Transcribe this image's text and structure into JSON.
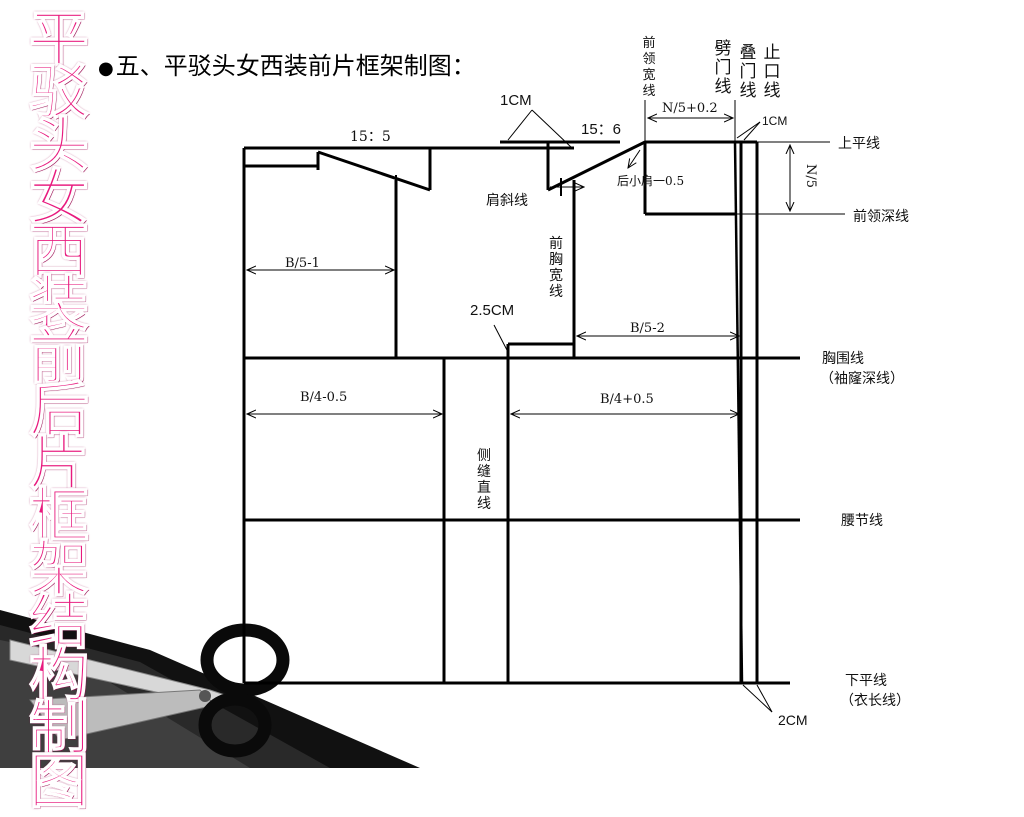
{
  "side_title": "平驳头女西装前后片框架结构制图",
  "heading": {
    "bullet": "●",
    "text": "五、平驳头女西装前片框架制图："
  },
  "labels": {
    "front_neck_width_line": "前领宽线",
    "placket_line": "劈门线",
    "overlap_line": "叠门线",
    "button_line": "止口线",
    "n5_plus": "N/5+0.2",
    "one_cm_top": "1CM",
    "one_cm_right": "1CM",
    "ratio_15_5": "15：5",
    "ratio_15_6": "15：6",
    "top_flat_line": "上平线",
    "n5": "N/5",
    "back_shoulder": "后小肩一0.5",
    "shoulder_slope_line": "肩斜线",
    "front_neck_depth_line": "前领深线",
    "b5_minus_1": "B/5-1",
    "front_chest_width_line": "前胸宽线",
    "two_five_cm": "2.5CM",
    "b5_minus_2": "B/5-2",
    "chest_line": "胸围线",
    "armhole_depth_line": "（袖窿深线）",
    "b4_minus": "B/4-0.5",
    "b4_plus": "B/4+0.5",
    "side_seam_line": "侧缝直线",
    "waist_line": "腰节线",
    "bottom_line": "下平线",
    "garment_length_line": "（衣长线）",
    "two_cm": "2CM"
  },
  "icons": {
    "scissors": "scissors-icon"
  },
  "colors": {
    "title_magenta": "#e8197e",
    "line": "#000000"
  }
}
